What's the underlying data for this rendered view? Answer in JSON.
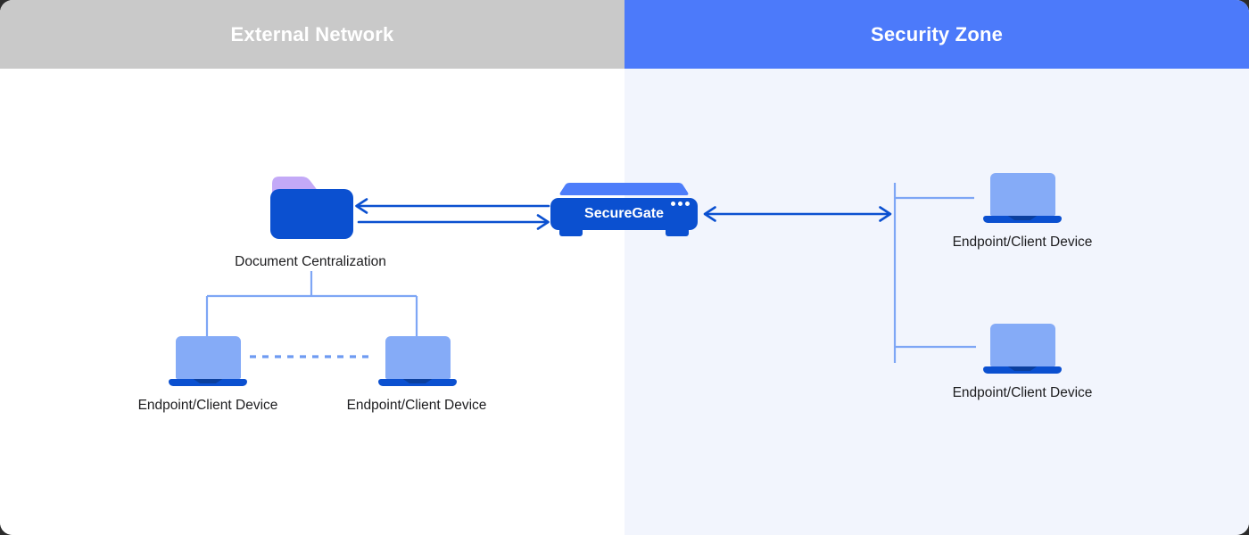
{
  "header": {
    "external": {
      "label": "External Network",
      "bg": "#c9c9c9"
    },
    "security": {
      "label": "Security Zone",
      "bg": "#4c7afa"
    }
  },
  "diagram": {
    "folder": {
      "label": "Document Centralization"
    },
    "gateway": {
      "label": "SecureGate"
    },
    "endpoints": {
      "external": [
        {
          "label": "Endpoint/Client Device"
        },
        {
          "label": "Endpoint/Client Device"
        }
      ],
      "security": [
        {
          "label": "Endpoint/Client Device"
        },
        {
          "label": "Endpoint/Client Device"
        }
      ]
    }
  },
  "colors": {
    "primary_blue": "#0b50d0",
    "accent_blue": "#4d7dfa",
    "laptop_screen": "#85abf7",
    "laptop_notch": "#0a3f9e",
    "folder_tab": "#c3a9f7",
    "connector_light": "#7ea6f5",
    "connector_dashed": "#6e9bf2",
    "zone_external_bg": "#ffffff",
    "zone_security_bg": "#f2f5fd",
    "label_text": "#1d1d1f"
  }
}
